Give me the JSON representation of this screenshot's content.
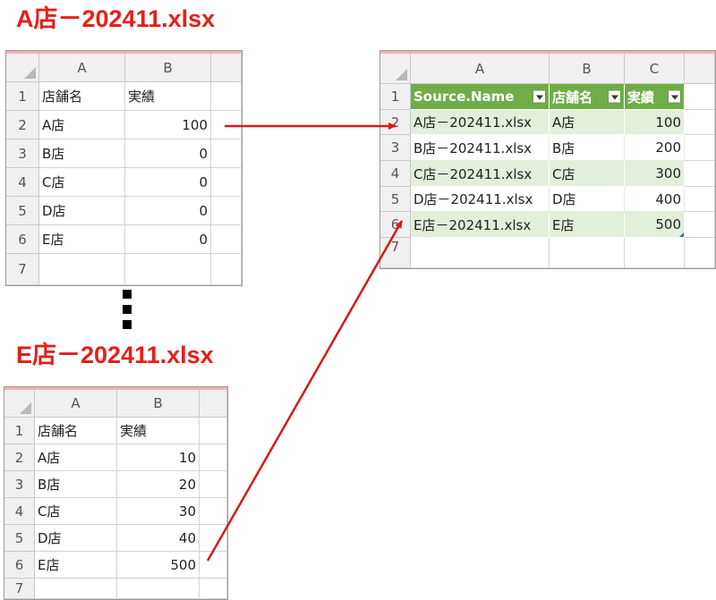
{
  "title_a": "A店－202411.xlsx",
  "title_e": "E店－202411.xlsx",
  "sheet_a": {
    "columns": [
      "A",
      "B"
    ],
    "rows": [
      "1",
      "2",
      "3",
      "4",
      "5",
      "6",
      "7"
    ],
    "header": [
      "店舗名",
      "実績"
    ],
    "data": [
      [
        "A店",
        "100"
      ],
      [
        "B店",
        "0"
      ],
      [
        "C店",
        "0"
      ],
      [
        "D店",
        "0"
      ],
      [
        "E店",
        "0"
      ]
    ]
  },
  "sheet_e": {
    "columns": [
      "A",
      "B"
    ],
    "rows": [
      "1",
      "2",
      "3",
      "4",
      "5",
      "6",
      "7"
    ],
    "header": [
      "店舗名",
      "実績"
    ],
    "data": [
      [
        "A店",
        "10"
      ],
      [
        "B店",
        "20"
      ],
      [
        "C店",
        "30"
      ],
      [
        "D店",
        "40"
      ],
      [
        "E店",
        "500"
      ]
    ]
  },
  "sheet_result": {
    "columns": [
      "A",
      "B",
      "C"
    ],
    "rows": [
      "1",
      "2",
      "3",
      "4",
      "5",
      "6",
      "7"
    ],
    "header": [
      "Source.Name",
      "店舗名",
      "実績"
    ],
    "data": [
      [
        "A店－202411.xlsx",
        "A店",
        "100"
      ],
      [
        "B店－202411.xlsx",
        "B店",
        "200"
      ],
      [
        "C店－202411.xlsx",
        "C店",
        "300"
      ],
      [
        "D店－202411.xlsx",
        "D店",
        "400"
      ],
      [
        "E店－202411.xlsx",
        "E店",
        "500"
      ]
    ]
  },
  "colors": {
    "title": "#e32019",
    "arrow": "#d71a1a",
    "table_header": "#70ad47",
    "table_band": "#e2efda"
  }
}
